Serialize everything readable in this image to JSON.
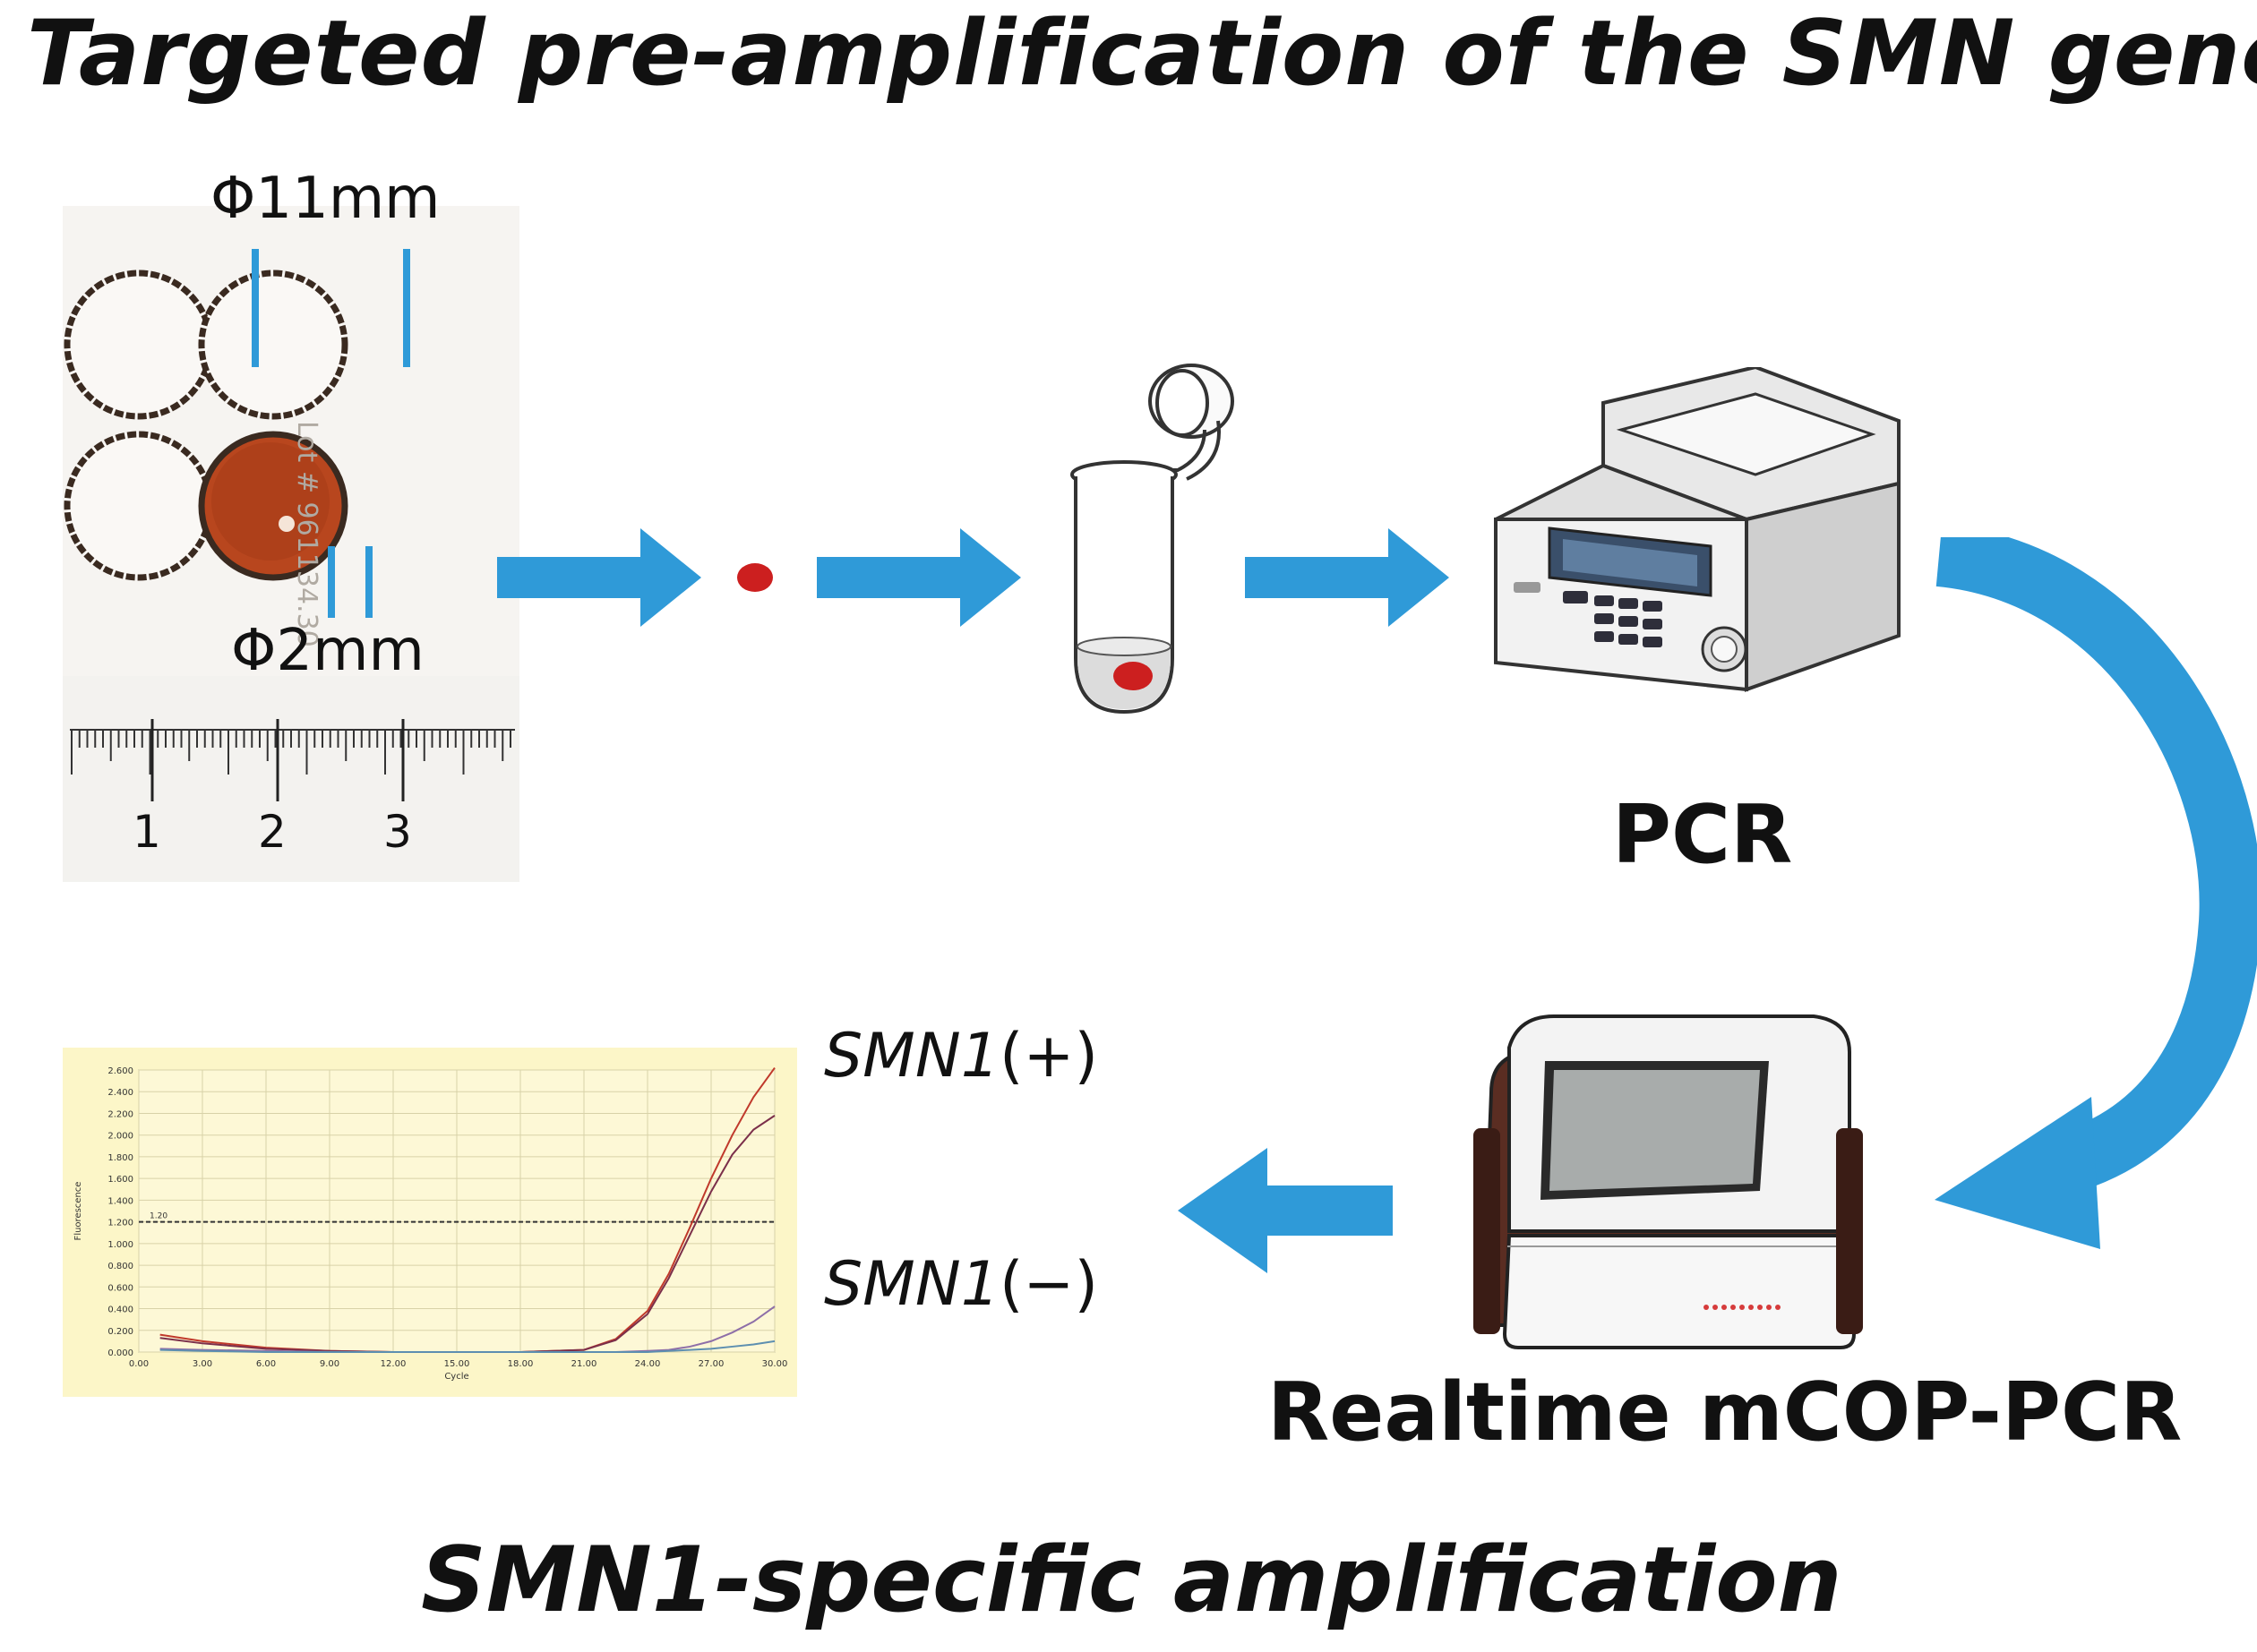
{
  "titles": {
    "top": "Targeted pre-amplification of the SMN genes",
    "bottom": "SMN1-specific amplification"
  },
  "card": {
    "diameter_large": "Φ11mm",
    "diameter_small": "Φ2mm",
    "lot_text": "Lot # 961134.30",
    "ruler_numbers": [
      "1",
      "2",
      "3"
    ]
  },
  "steps": {
    "pcr_label": "PCR",
    "realtime_label": "Realtime mCOP-PCR"
  },
  "result": {
    "positive_gene": "SMN1",
    "positive_sign": "(+)",
    "negative_gene": "SMN1",
    "negative_sign": "(−)"
  },
  "colors": {
    "arrow": "#2f9ad8",
    "blood_spot": "#cc1f1f",
    "card_blood": "#b8461e",
    "chart_bg": "#fcf6c8"
  },
  "chart_data": {
    "type": "line",
    "xlabel": "Cycle",
    "ylabel": "Fluorescence",
    "xlim": [
      0,
      30
    ],
    "ylim": [
      0,
      2.6
    ],
    "x_ticks": [
      "0.00",
      "3.00",
      "6.00",
      "9.00",
      "12.00",
      "15.00",
      "18.00",
      "21.00",
      "24.00",
      "27.00",
      "30.00"
    ],
    "y_ticks": [
      "0.000",
      "0.200",
      "0.400",
      "0.600",
      "0.800",
      "1.000",
      "1.200",
      "1.400",
      "1.600",
      "1.800",
      "2.000",
      "2.200",
      "2.400",
      "2.600"
    ],
    "threshold": 1.2,
    "threshold_label": "1.20",
    "x": [
      1,
      3,
      6,
      9,
      12,
      15,
      18,
      21,
      22.5,
      24,
      25,
      26,
      27,
      28,
      29,
      30
    ],
    "series": [
      {
        "color": "#c0392b",
        "values": [
          0.16,
          0.1,
          0.04,
          0.01,
          0.0,
          0.0,
          0.0,
          0.02,
          0.12,
          0.38,
          0.72,
          1.15,
          1.6,
          2.0,
          2.35,
          2.62
        ]
      },
      {
        "color": "#7b2f4a",
        "values": [
          0.13,
          0.08,
          0.03,
          0.01,
          0.0,
          0.0,
          0.0,
          0.02,
          0.11,
          0.35,
          0.68,
          1.08,
          1.48,
          1.82,
          2.05,
          2.18
        ]
      },
      {
        "color": "#8e6fa8",
        "values": [
          0.03,
          0.02,
          0.01,
          0.0,
          0.0,
          0.0,
          0.0,
          0.0,
          0.0,
          0.01,
          0.02,
          0.05,
          0.1,
          0.18,
          0.28,
          0.42
        ]
      },
      {
        "color": "#5d8fb0",
        "values": [
          0.02,
          0.01,
          0.0,
          0.0,
          0.0,
          0.0,
          0.0,
          0.0,
          0.0,
          0.0,
          0.01,
          0.02,
          0.03,
          0.05,
          0.07,
          0.1
        ]
      }
    ]
  }
}
